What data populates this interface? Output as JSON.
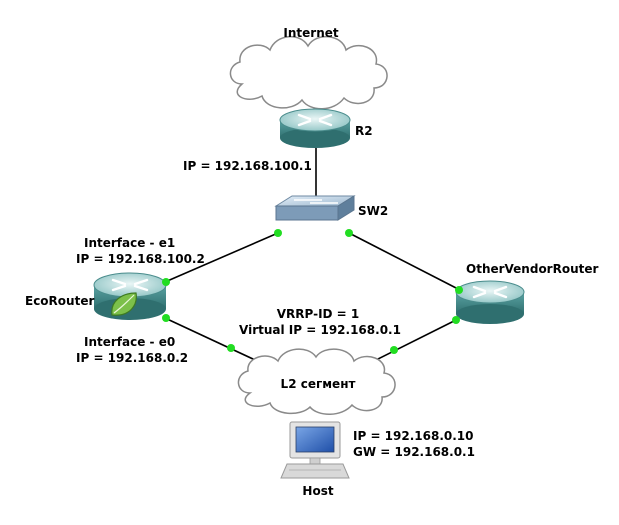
{
  "nodes": {
    "internet": {
      "label": "Internet"
    },
    "r2": {
      "label": "R2",
      "ip": "IP = 192.168.100.1"
    },
    "sw2": {
      "label": "SW2"
    },
    "ecorouter": {
      "label": "EcoRouter",
      "e1_label": "Interface - e1",
      "e1_ip": "IP = 192.168.100.2",
      "e0_label": "Interface - e0",
      "e0_ip": "IP = 192.168.0.2"
    },
    "other": {
      "label": "OtherVendorRouter"
    },
    "vrrp": {
      "id": "VRRP-ID = 1",
      "vip": "Virtual IP = 192.168.0.1"
    },
    "l2": {
      "label": "L2 сегмент"
    },
    "host": {
      "label": "Host",
      "ip": "IP = 192.168.0.10",
      "gw": "GW = 192.168.0.1"
    }
  },
  "colors": {
    "link": "#000000",
    "port": "#22dd22",
    "router_body": "#4a8c8c",
    "router_top": "#bfe0e0",
    "leaf": "#7cc04a"
  },
  "icons": {
    "router": "router-icon",
    "switch": "switch-icon",
    "cloud": "cloud-icon",
    "host": "computer-icon",
    "leaf": "leaf-icon"
  }
}
